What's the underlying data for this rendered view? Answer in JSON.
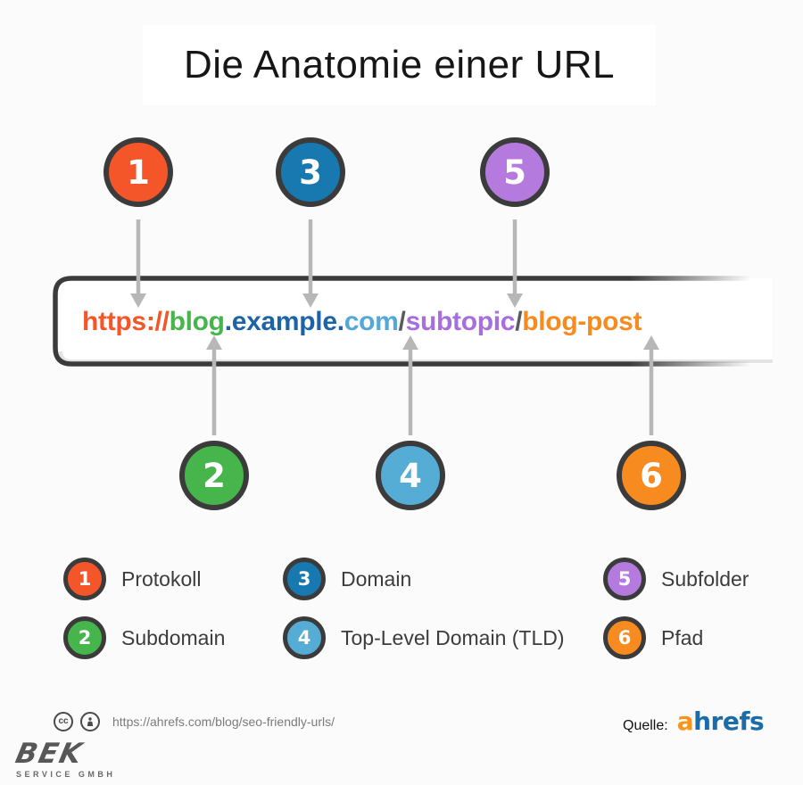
{
  "title": "Die Anatomie einer URL",
  "url_bar": {
    "segments": [
      {
        "name": "protocol",
        "text": "https://",
        "color": "#f4562a"
      },
      {
        "name": "subdomain",
        "text": "blog",
        "color": "#45b54c"
      },
      {
        "name": "domain",
        "text": ".example.",
        "color": "#1d64a6"
      },
      {
        "name": "tld",
        "text": "com",
        "color": "#54a8d8"
      },
      {
        "name": "separator1",
        "text": "/",
        "color": "#5b5b5e"
      },
      {
        "name": "subfolder",
        "text": "subtopic",
        "color": "#a76ede"
      },
      {
        "name": "separator2",
        "text": "/",
        "color": "#5b5b5e"
      },
      {
        "name": "path",
        "text": "blog-post",
        "color": "#f78b1f"
      }
    ]
  },
  "markers": [
    {
      "number": "1",
      "color": "#f4562a",
      "row": "top",
      "points_to": "protocol"
    },
    {
      "number": "3",
      "color": "#1878b0",
      "row": "top",
      "points_to": "domain"
    },
    {
      "number": "5",
      "color": "#b57ade",
      "row": "top",
      "points_to": "subfolder"
    },
    {
      "number": "2",
      "color": "#45b54c",
      "row": "bottom",
      "points_to": "subdomain"
    },
    {
      "number": "4",
      "color": "#55acd4",
      "row": "bottom",
      "points_to": "tld"
    },
    {
      "number": "6",
      "color": "#f78b1f",
      "row": "bottom",
      "points_to": "path"
    }
  ],
  "legend": {
    "items": [
      {
        "number": "1",
        "color": "#f4562a",
        "label": "Protokoll"
      },
      {
        "number": "2",
        "color": "#45b54c",
        "label": "Subdomain"
      },
      {
        "number": "3",
        "color": "#1878b0",
        "label": "Domain"
      },
      {
        "number": "4",
        "color": "#55acd4",
        "label": "Top-Level Domain (TLD)"
      },
      {
        "number": "5",
        "color": "#b57ade",
        "label": "Subfolder"
      },
      {
        "number": "6",
        "color": "#f78b1f",
        "label": "Pfad"
      }
    ]
  },
  "footer": {
    "cc_icon": "cc",
    "license_url": "https://ahrefs.com/blog/seo-friendly-urls/",
    "source_label": "Quelle:",
    "source_logo_first": "a",
    "source_logo_rest": "hrefs",
    "source_logo_first_color": "#f7941d",
    "source_logo_rest_color": "#1b6ca8",
    "brand_word": "BEK",
    "brand_sub": "SERVICE GMBH"
  },
  "colors": {
    "background": "#fbfbfb",
    "title_panel": "#ffffff",
    "circle_border": "#3b3b3b",
    "arrow": "#b7b7b7",
    "bar_border": "#3b3b3b",
    "bar_fill": "#ffffff"
  }
}
